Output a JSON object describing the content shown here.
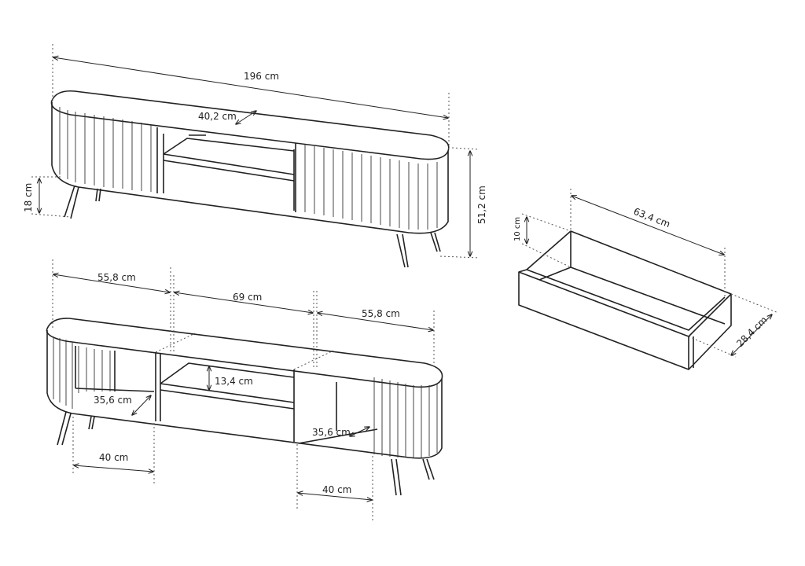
{
  "dimensions": {
    "total_width": "196 cm",
    "depth": "40,2 cm",
    "leg_height": "18 cm",
    "total_height": "51,2 cm",
    "left_section_width": "55,8 cm",
    "middle_section_width": "69 cm",
    "right_section_width": "55,8 cm",
    "shelf_height": "13,4 cm",
    "left_inner_depth": "35,6 cm",
    "right_inner_depth": "35,6 cm",
    "left_opening_width": "40 cm",
    "right_opening_width": "40 cm",
    "drawer_length": "63,4 cm",
    "drawer_height": "10 cm",
    "drawer_depth": "28,4 cm"
  }
}
